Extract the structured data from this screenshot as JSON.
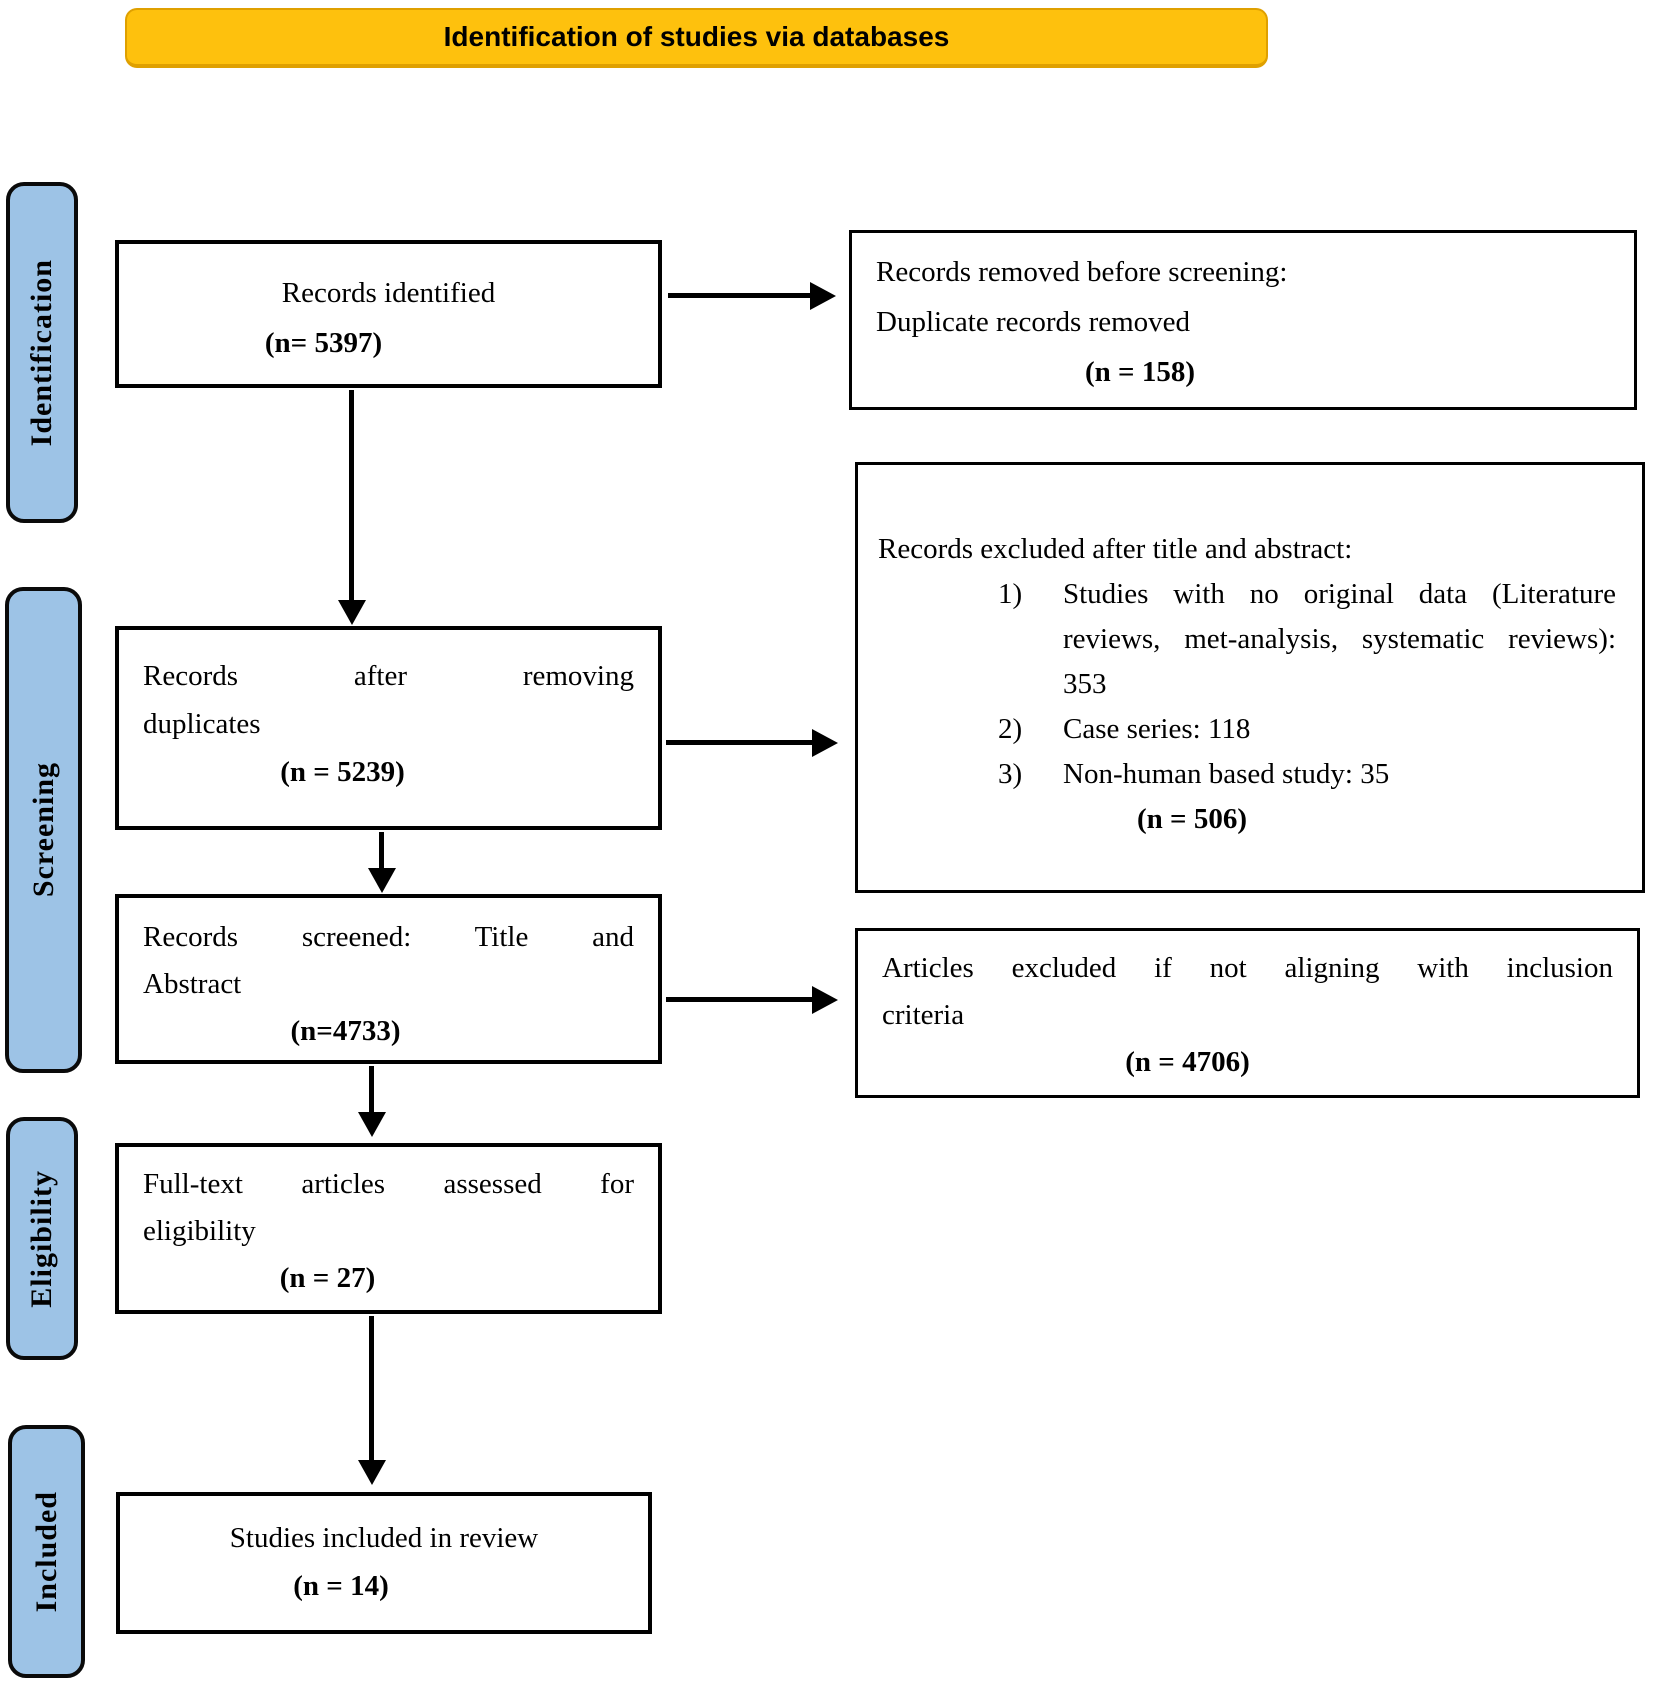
{
  "banner": {
    "title": "Identification of studies via databases"
  },
  "stages": [
    "Identification",
    "Screening",
    "Eligibility",
    "Included"
  ],
  "boxes": {
    "records_identified": {
      "line1": "Records identified",
      "n": "(n= 5397)"
    },
    "removed_before_screening": {
      "line1": "Records removed before screening:",
      "line2": "Duplicate records removed",
      "n": "(n = 158)"
    },
    "after_duplicates": {
      "line1": "Records after removing",
      "line2": "duplicates",
      "n": "(n = 5239)"
    },
    "excluded_title_abstract": {
      "heading": "Records excluded after title and abstract:",
      "items": [
        "Studies with no original data (Literature reviews, met-analysis, systematic reviews): 353",
        "Case series: 118",
        "Non-human based study: 35"
      ],
      "n": "(n = 506)"
    },
    "records_screened": {
      "line1": "Records screened: Title and",
      "line2": "Abstract",
      "n": "(n=4733)"
    },
    "excluded_inclusion": {
      "line1": "Articles excluded if not aligning with inclusion",
      "line2": "criteria",
      "n": "(n = 4706)"
    },
    "fulltext_assessed": {
      "line1": "Full-text articles assessed for",
      "line2": "eligibility",
      "n": "(n = 27)"
    },
    "studies_included": {
      "line1": "Studies included in review",
      "n": "(n = 14)"
    }
  },
  "colors": {
    "banner_bg": "#FEC10D",
    "banner_border": "#DFA000",
    "stage_bg": "#9DC3E6",
    "box_border": "#000000"
  }
}
